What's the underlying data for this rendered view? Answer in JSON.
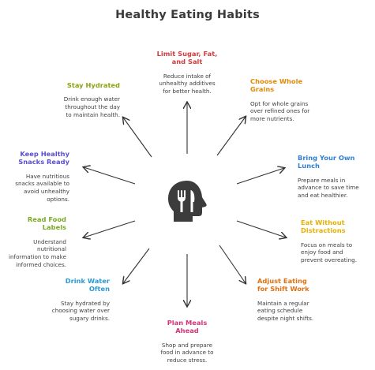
{
  "title": "Healthy Eating Habits",
  "hub": {
    "icon": "head-with-fork-and-knife-icon"
  },
  "habits": [
    {
      "title": "Limit Sugar, Fat,\nand Salt",
      "text": "Reduce intake of\nunhealthy additives\nfor better health.",
      "color": "#d63a3a"
    },
    {
      "title": "Choose Whole\nGrains",
      "text": "Opt for whole grains\nover refined ones for\nmore nutrients.",
      "color": "#e08a0b"
    },
    {
      "title": "Bring Your Own\nLunch",
      "text": "Prepare meals in\nadvance to save time\nand eat healthier.",
      "color": "#2f7fd6"
    },
    {
      "title": "Eat Without\nDistractions",
      "text": "Focus on meals to\nenjoy food and\nprevent overeating.",
      "color": "#e5b100"
    },
    {
      "title": "Adjust Eating\nfor Shift Work",
      "text": "Maintain a regular\neating schedule\ndespite night shifts.",
      "color": "#e0700e"
    },
    {
      "title": "Plan Meals\nAhead",
      "text": "Shop and prepare\nfood in advance to\nreduce stress.",
      "color": "#d6337a"
    },
    {
      "title": "Drink Water\nOften",
      "text": "Stay hydrated by\nchoosing water over\nsugary drinks.",
      "color": "#2a9ad6"
    },
    {
      "title": "Read Food\nLabels",
      "text": "Understand\nnutritional\ninformation to make\ninformed choices.",
      "color": "#7aaa22"
    },
    {
      "title": "Keep Healthy\nSnacks Ready",
      "text": "Have nutritious\nsnacks available to\navoid unhealthy\noptions.",
      "color": "#5a4fcf"
    },
    {
      "title": "Stay Hydrated",
      "text": "Drink enough water\nthroughout the day\nto maintain health.",
      "color": "#8aa60e"
    }
  ]
}
